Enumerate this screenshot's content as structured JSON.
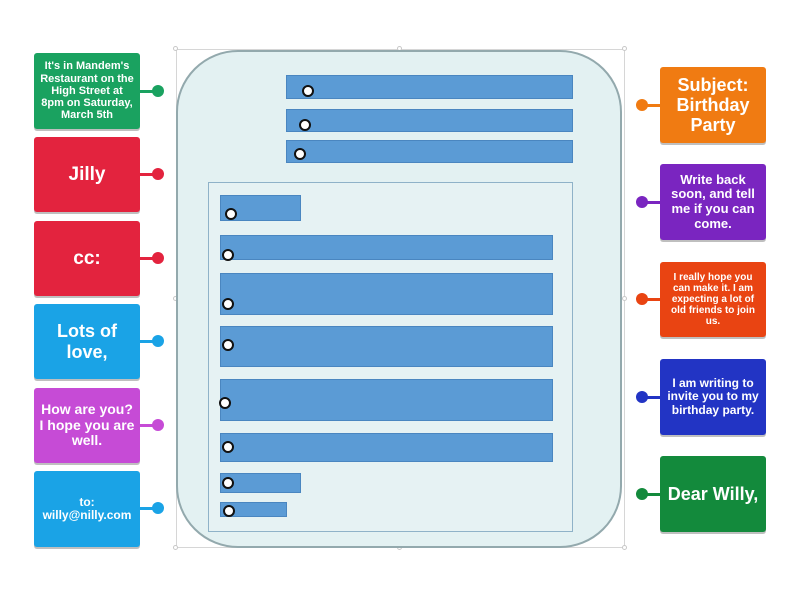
{
  "colors": {
    "green": "#1aa260",
    "red": "#e3233e",
    "blue": "#1aa3e6",
    "magenta": "#c64bd6",
    "orange": "#f07b12",
    "purple": "#7a25c0",
    "red_orange": "#e94412",
    "dark_blue": "#2234c4",
    "dark_green": "#138a3c",
    "slot": "#5b9bd5"
  },
  "left_cards": [
    {
      "text": "It's in Mandem's Restaurant on the High Street at 8pm on Saturday, March 5th",
      "color": "green",
      "icon": "pin-dot"
    },
    {
      "text": "Jilly",
      "color": "red",
      "icon": "pin-dot"
    },
    {
      "text": "cc:",
      "color": "red",
      "icon": "pin-dot"
    },
    {
      "text": "Lots of love,",
      "color": "blue",
      "icon": "pin-dot"
    },
    {
      "text": "How are you? I hope you are well.",
      "color": "magenta",
      "icon": "pin-dot"
    },
    {
      "text": "to: willy@nilly.com",
      "color": "blue",
      "icon": "pin-dot"
    }
  ],
  "right_cards": [
    {
      "text": "Subject: Birthday Party",
      "color": "orange",
      "icon": "pin-dot"
    },
    {
      "text": "Write back soon, and tell me if you can come.",
      "color": "purple",
      "icon": "pin-dot"
    },
    {
      "text": "I really hope you can make it. I am expecting a lot of old friends to join us.",
      "color": "red_orange",
      "icon": "pin-dot"
    },
    {
      "text": "I am writing to invite you to my birthday party.",
      "color": "dark_blue",
      "icon": "pin-dot"
    },
    {
      "text": "Dear Willy,",
      "color": "dark_green",
      "icon": "pin-dot"
    }
  ]
}
